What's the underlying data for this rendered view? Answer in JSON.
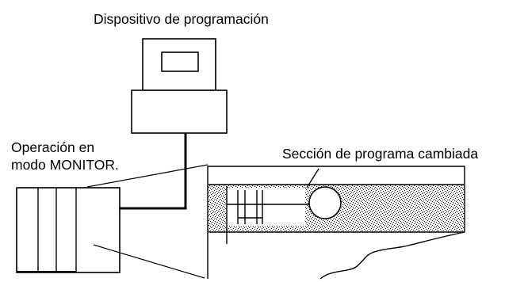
{
  "labels": {
    "programming_device": "Dispositivo de programación",
    "operation_line1": "Operación en",
    "operation_line2": "modo MONITOR.",
    "changed_section": "Sección de programa cambiada"
  }
}
